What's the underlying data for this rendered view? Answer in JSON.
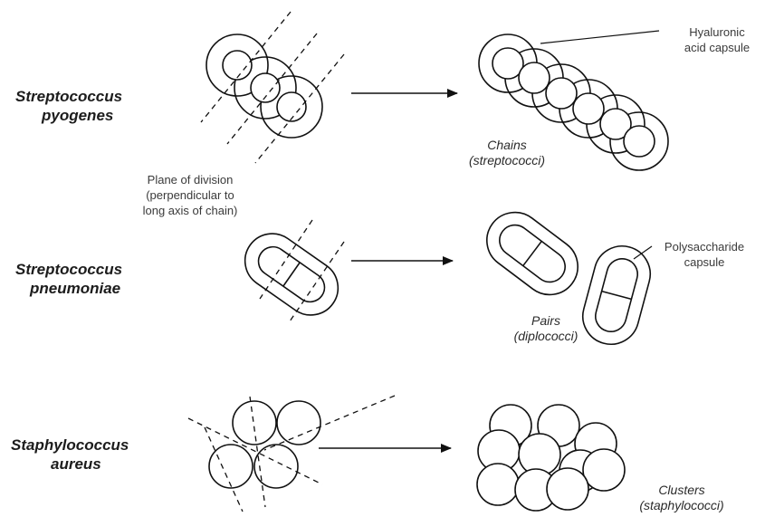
{
  "organisms": [
    {
      "genus": "Streptococcus",
      "species": "pyogenes"
    },
    {
      "genus": "Streptococcus",
      "species": "pneumoniae"
    },
    {
      "genus": "Staphylococcus",
      "species": "aureus"
    }
  ],
  "results": [
    {
      "name": "Chains",
      "term": "(streptococci)"
    },
    {
      "name": "Pairs",
      "term": "(diplococci)"
    },
    {
      "name": "Clusters",
      "term": "(staphylococci)"
    }
  ],
  "annotations": {
    "hyaluronic": [
      "Hyaluronic",
      "acid capsule"
    ],
    "plane": [
      "Plane of division",
      "(perpendicular to",
      "long axis of chain)"
    ],
    "polysaccharide": [
      "Polysaccharide",
      "capsule"
    ]
  }
}
